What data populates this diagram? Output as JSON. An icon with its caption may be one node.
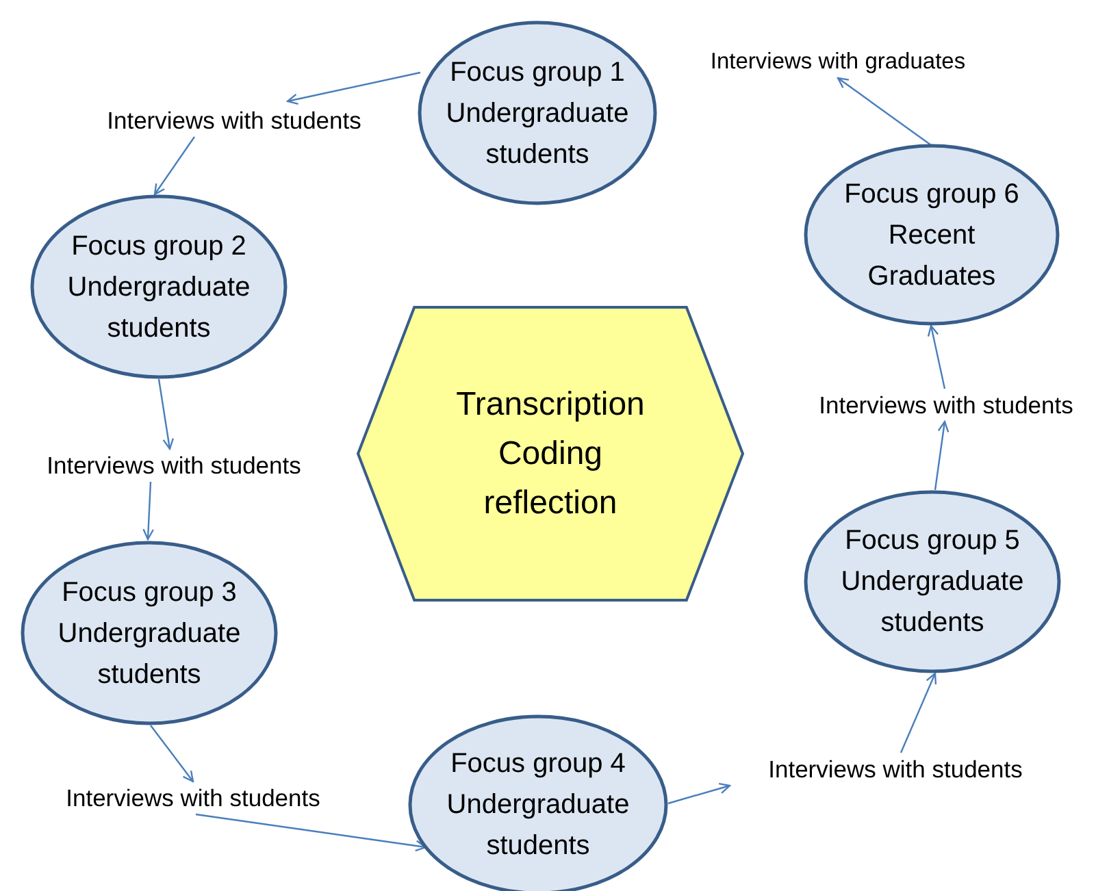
{
  "diagram": {
    "nodes": [
      {
        "text": [
          "Focus group 1 Undergraduate students"
        ]
      },
      {
        "text": [
          "Interviews with students"
        ]
      },
      {
        "text": [
          "Focus group 2 Undergraduate students"
        ]
      },
      {
        "text": [
          "Interviews with students"
        ]
      },
      {
        "text": [
          "Focus group 3 Undergraduate students"
        ]
      },
      {
        "text": [
          "Interviews with students"
        ]
      },
      {
        "text": [
          "Focus group 4 Undergraduate students"
        ]
      },
      {
        "text": [
          "Interviews with students"
        ]
      },
      {
        "text": [
          "Focus group 5 Undergraduate students"
        ]
      },
      {
        "text": [
          "Interviews with students"
        ]
      },
      {
        "text": [
          "Focus group 6 Recent Graduates"
        ]
      },
      {
        "text": [
          "Interviews with graduates"
        ]
      },
      {
        "text": [
          "Transcription Coding reflection"
        ]
      }
    ],
    "edges": [
      {
        "from": 0,
        "to": 1,
        "arrow": "to"
      },
      {
        "from": 1,
        "to": 2,
        "arrow": "to"
      },
      {
        "from": 2,
        "to": 3,
        "arrow": "to"
      },
      {
        "from": 3,
        "to": 4,
        "arrow": "to"
      },
      {
        "from": 4,
        "to": 5,
        "arrow": "to"
      },
      {
        "from": 5,
        "to": 6,
        "arrow": "to"
      },
      {
        "from": 6,
        "to": 7,
        "arrow": "to"
      },
      {
        "from": 7,
        "to": 8,
        "arrow": "to"
      },
      {
        "from": 8,
        "to": 9,
        "arrow": "to"
      },
      {
        "from": 9,
        "to": 10,
        "arrow": "to"
      },
      {
        "from": 10,
        "to": 11,
        "arrow": "to"
      }
    ]
  }
}
